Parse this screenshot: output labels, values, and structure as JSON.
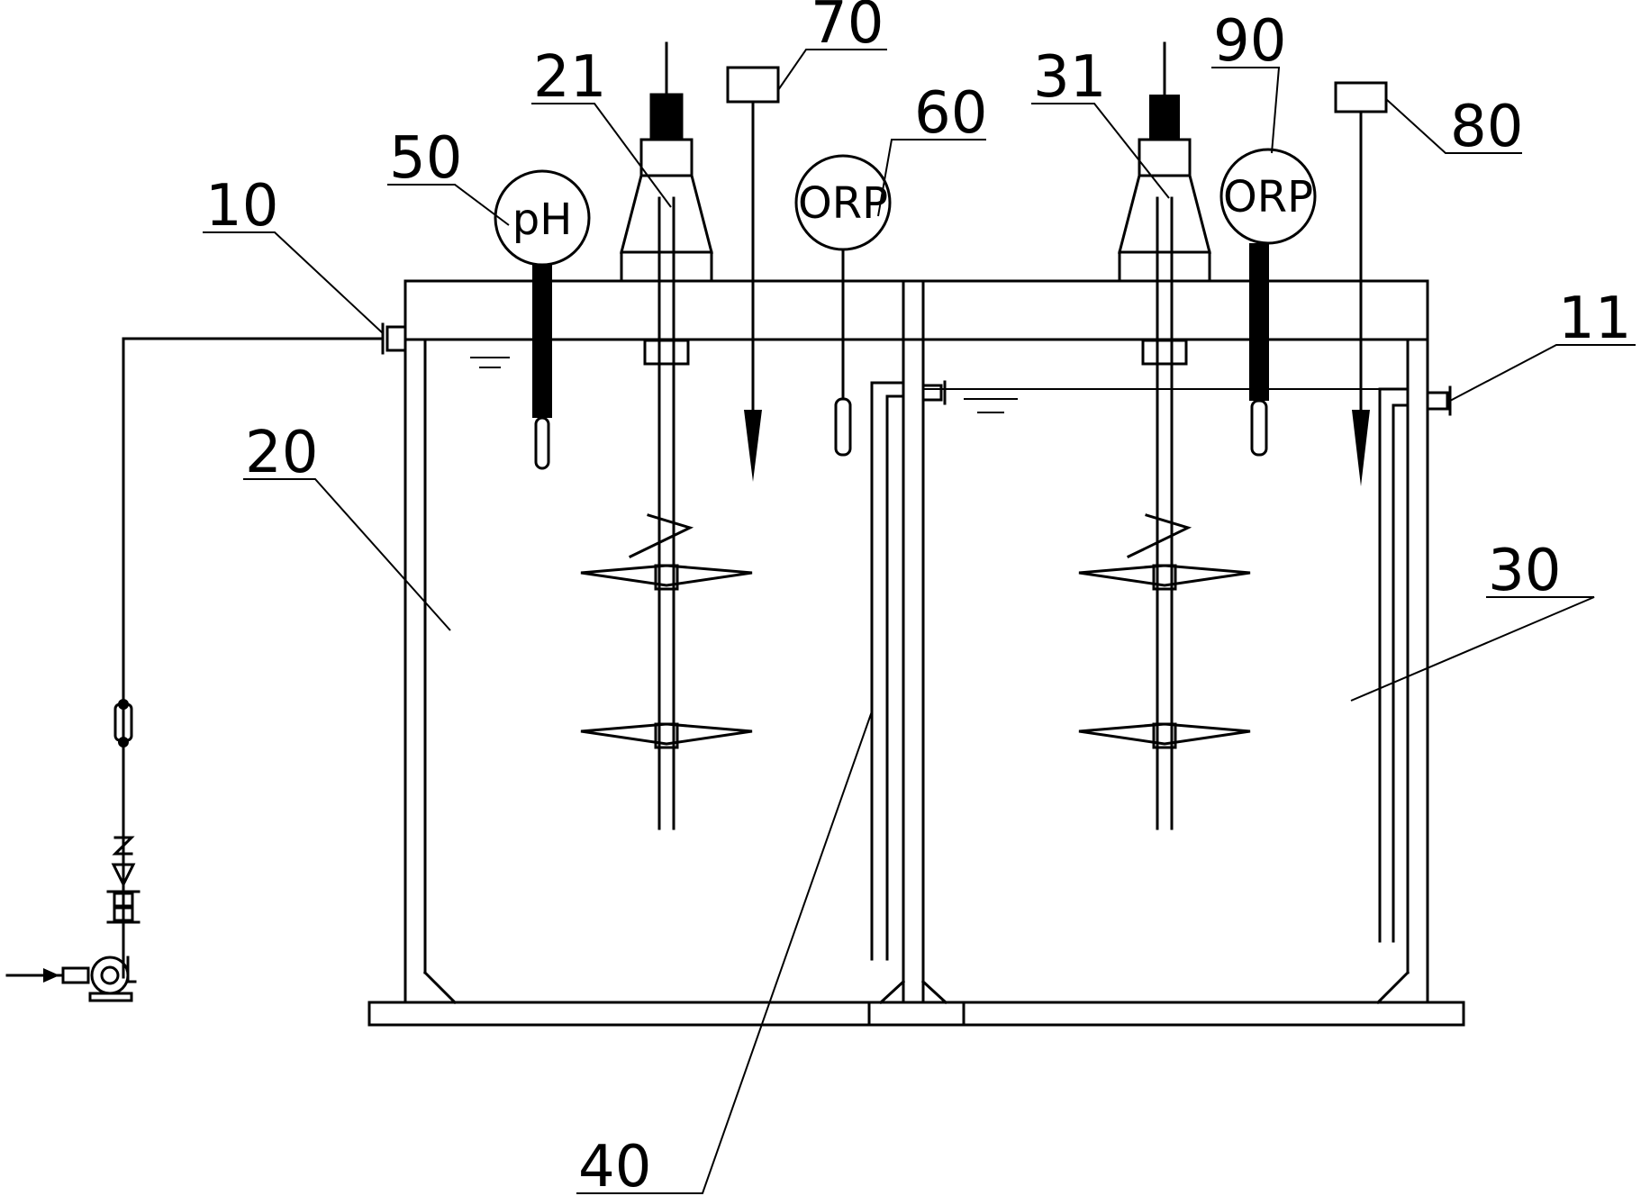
{
  "labels": {
    "l10": "10",
    "l11": "11",
    "l20": "20",
    "l21": "21",
    "l30": "30",
    "l31": "31",
    "l40": "40",
    "l50": "50",
    "l60": "60",
    "l70": "70",
    "l80": "80",
    "l90": "90"
  },
  "instruments": {
    "ph": "pH",
    "orp1": "ORP",
    "orp2": "ORP"
  }
}
